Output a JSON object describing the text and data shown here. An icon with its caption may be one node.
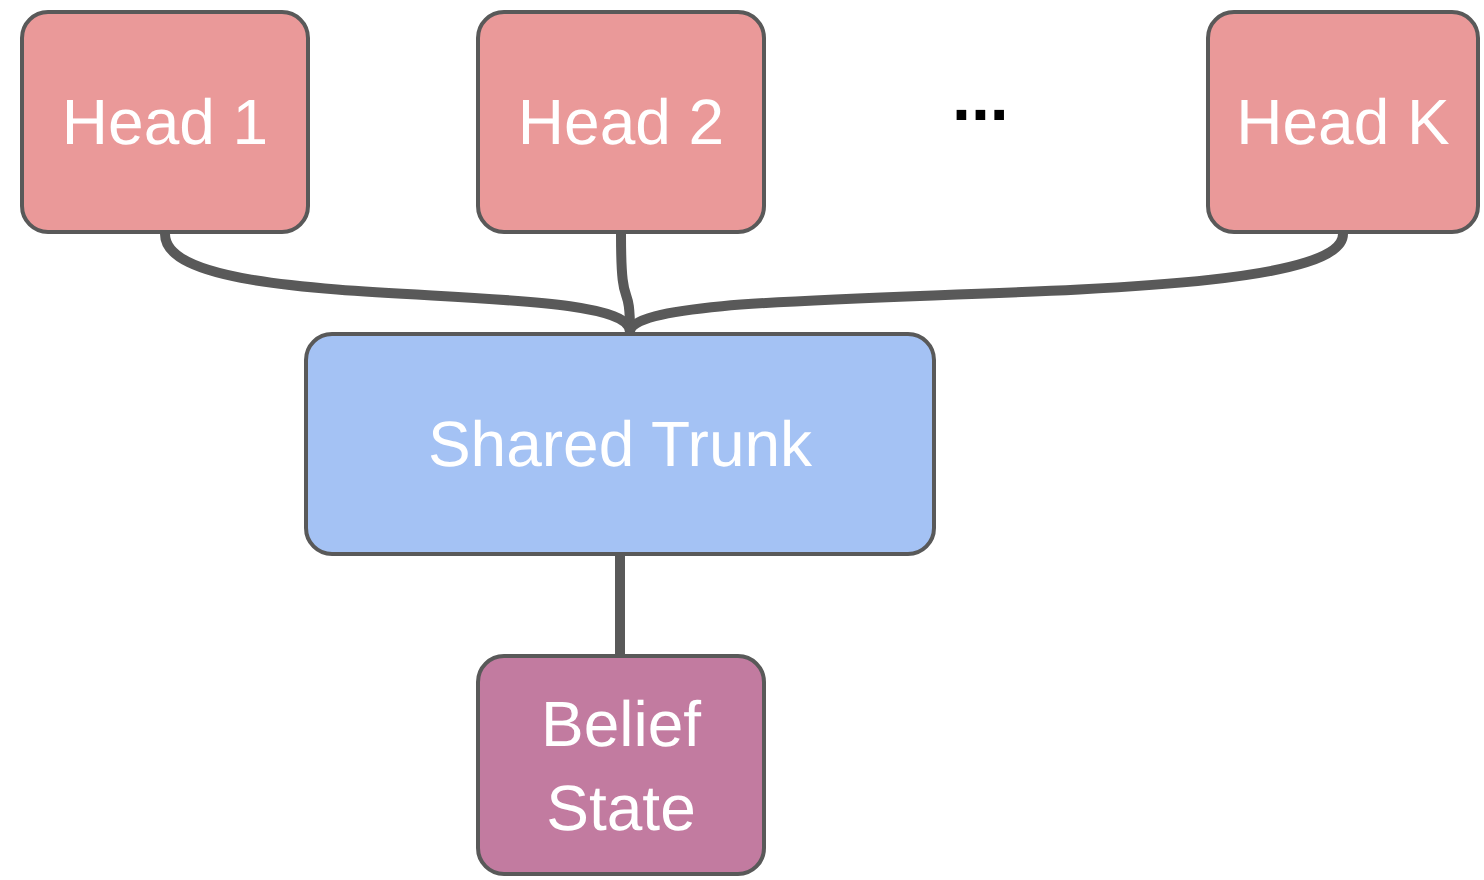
{
  "diagram": {
    "nodes": [
      {
        "text": [
          "Head 1"
        ]
      },
      {
        "text": [
          "Head 2"
        ]
      },
      {
        "text": [
          "Head K"
        ]
      },
      {
        "text": [
          "Shared Trunk"
        ]
      },
      {
        "text": [
          "Belief State"
        ]
      }
    ],
    "edges": [
      {
        "from": 0,
        "to": 3,
        "arrow": "none"
      },
      {
        "from": 1,
        "to": 3,
        "arrow": "none"
      },
      {
        "from": 2,
        "to": 3,
        "arrow": "none"
      },
      {
        "from": 3,
        "to": 4,
        "arrow": "none"
      }
    ],
    "labels": [
      "..."
    ]
  }
}
